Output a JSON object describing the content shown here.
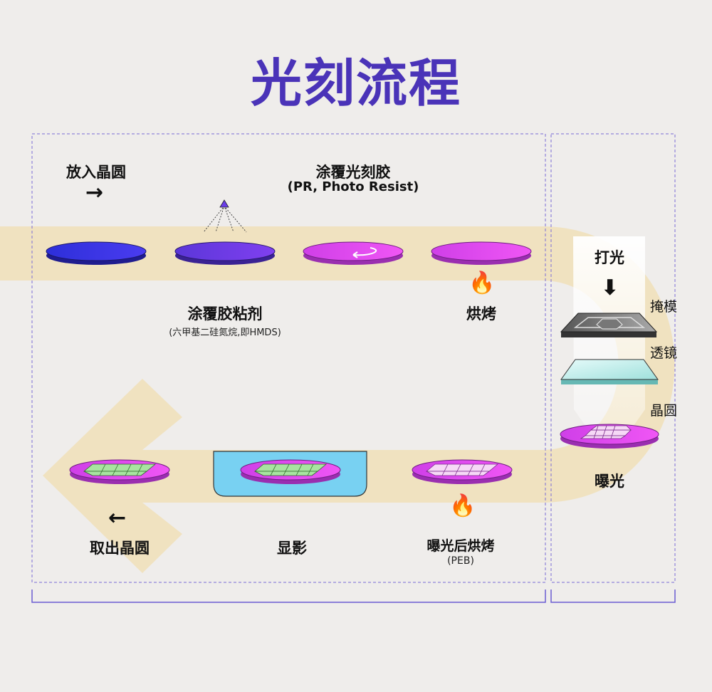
{
  "title": "光刻流程",
  "steps": {
    "load_wafer": "放入晶圆",
    "coat_pr": "涂覆光刻胶",
    "coat_pr_sub": "(PR, Photo Resist)",
    "coat_adhesion": "涂覆胶粘剂",
    "coat_adhesion_sub": "(六甲基二硅氮烷,即HMDS)",
    "bake": "烘烤",
    "expose_light": "打光",
    "mask": "掩模",
    "lens": "透镜",
    "wafer": "晶圆",
    "exposure": "曝光",
    "peb": "曝光后烘烤",
    "peb_sub": "(PEB)",
    "develop": "显影",
    "unload_wafer": "取出晶圆"
  },
  "icons": {
    "arrow_right": "→",
    "arrow_left": "←",
    "arrow_down": "⬇",
    "flame": "🔥"
  },
  "colors": {
    "title": "#4a33b8",
    "track": "#f0e2c0",
    "wafer_blue": "#3b34e0",
    "wafer_indigo": "#6a3ee8",
    "wafer_magenta": "#df45f0",
    "developer_bath": "#78d1f2",
    "pattern_green": "#a8e4a0",
    "pattern_pink": "#f6d8f6",
    "frame": "#6a5cd2"
  }
}
